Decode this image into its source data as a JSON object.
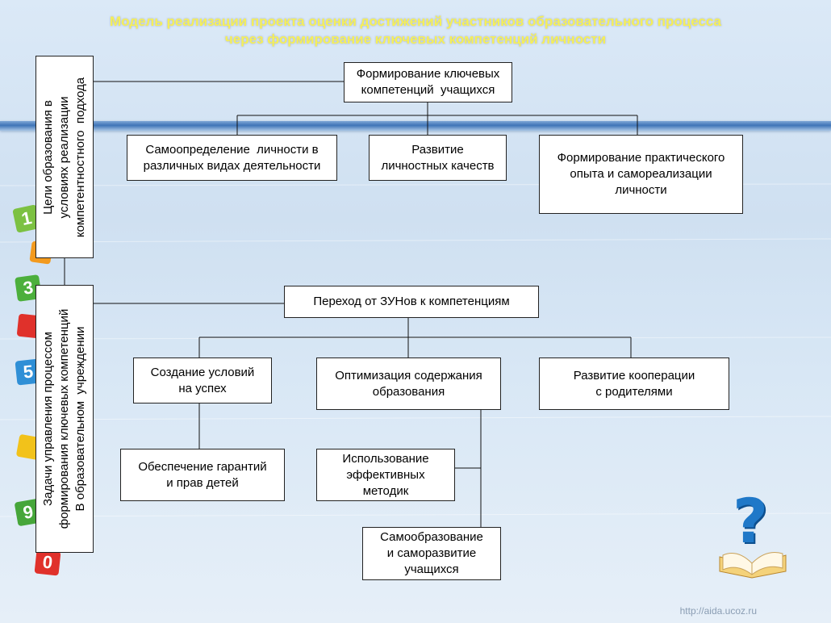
{
  "title": {
    "line1": "Модель реализации проекта оценки достижений участников образовательного процесса",
    "line2": "через формирование ключевых компетенций личности"
  },
  "side": {
    "goals": "Цели образования в\nусловиях реализации\nкомпетентностного  подхода",
    "tasks": "Задачи управления процессом\nформирования ключевых компетенций\nВ образовательном  учреждении"
  },
  "top": {
    "main": "Формирование ключевых\nкомпетенций  учащихся",
    "c1": "Самоопределение  личности в\nразличных видах деятельности",
    "c2": "Развитие\nличностных качеств",
    "c3": "Формирование практического\nопыта и самореализации\nличности"
  },
  "bottom": {
    "main": "Переход от ЗУНов к компетенциям",
    "c1": "Создание условий\nна успех",
    "c2": "Оптимизация содержания\nобразования",
    "c3": "Развитие кооперации\nс родителями",
    "c1_sub": "Обеспечение гарантий\nи прав детей",
    "c2_sub1": "Использование\nэффективных\nметодик",
    "c2_sub2": "Самообразование\nи саморазвитие\nучащихся"
  },
  "watermark": "http://aida.ucoz.ru",
  "decorations": {
    "numbers": [
      "1",
      "3",
      "5",
      "9",
      "0"
    ],
    "question_mark": "?"
  },
  "colors": {
    "title": "#f5ef5a",
    "band": "#3f74b7",
    "box_border": "#222222"
  }
}
